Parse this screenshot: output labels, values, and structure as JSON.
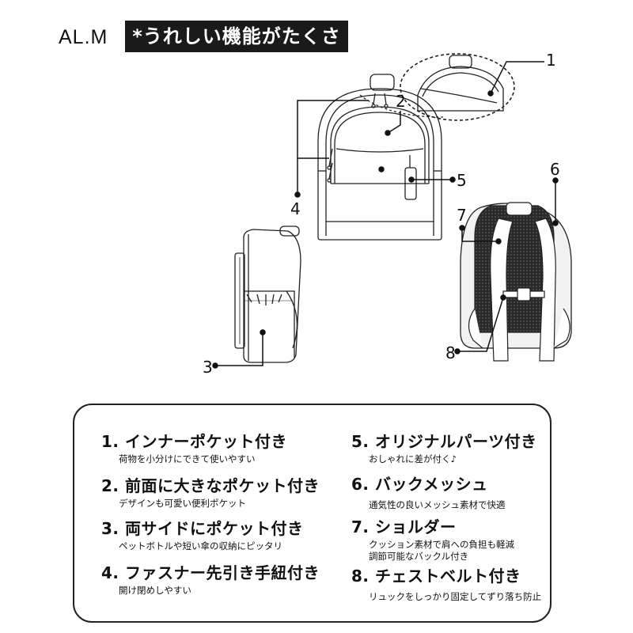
{
  "header": {
    "brand": "AL.M",
    "banner": "*うれしい機能がたくさん*"
  },
  "callouts": [
    "1",
    "2",
    "3",
    "4",
    "5",
    "6",
    "7",
    "8"
  ],
  "features": [
    {
      "title": "1. インナーポケット付き",
      "desc": [
        "荷物を小分けにできて使いやすい"
      ]
    },
    {
      "title": "2. 前面に大きなポケット付き",
      "desc": [
        "デザインも可愛い便利ポケット"
      ]
    },
    {
      "title": "3. 両サイドにポケット付き",
      "desc": [
        "ペットボトルや短い傘の収納にピッタリ"
      ]
    },
    {
      "title": "4. ファスナー先引き手紐付き",
      "desc": [
        "開け閉めしやすい"
      ]
    },
    {
      "title": "5. オリジナルパーツ付き",
      "desc": [
        "おしゃれに差が付く♪"
      ]
    },
    {
      "title": "6. バックメッシュ",
      "desc": [
        "通気性の良いメッシュ素材で快適"
      ]
    },
    {
      "title": "7. ショルダー",
      "desc": [
        "クッション素材で肩への負担も軽減",
        "調節可能なバックル付き"
      ]
    },
    {
      "title": "8. チェストベルト付き",
      "desc": [
        "リュックをしっかり固定してずり落ち防止"
      ]
    }
  ]
}
